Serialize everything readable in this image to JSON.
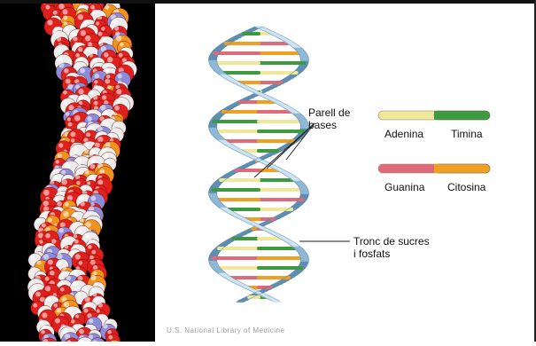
{
  "labels": {
    "base_pair": [
      "Parell de",
      "bases"
    ],
    "backbone": [
      "Tronc de sucres",
      "i fosfats"
    ]
  },
  "legend": [
    {
      "left_name": "Adenina",
      "right_name": "Timina",
      "left_color": "#f0e79a",
      "right_color": "#3d9a3d"
    },
    {
      "left_name": "Guanina",
      "right_name": "Citosina",
      "left_color": "#e06a7a",
      "right_color": "#f0a020"
    }
  ],
  "credit": "U.S. National Library of Medicine",
  "colors": {
    "strand_light": "#cfe4f2",
    "strand_mid": "#8fb8d6",
    "strand_dark": "#5e8fb3",
    "atom_red": "#e0201c",
    "atom_white": "#ececec",
    "atom_blue": "#8b8bd8",
    "atom_orange": "#f0921e"
  }
}
